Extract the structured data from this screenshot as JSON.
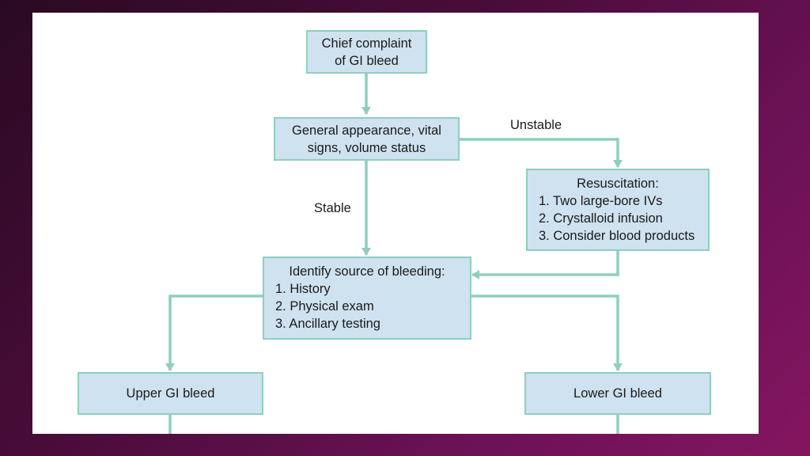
{
  "diagram": {
    "title": "GI bleed evaluation flowchart",
    "colors": {
      "box_fill": "#cfe2ef",
      "connector": "#8ecfbf",
      "text": "#1a1a1a",
      "background_frame": "#6e1258"
    },
    "nodes": {
      "chief_complaint": {
        "lines": [
          "Chief complaint",
          "of GI bleed"
        ]
      },
      "general_appearance": {
        "lines": [
          "General appearance, vital",
          "signs, volume status"
        ]
      },
      "resuscitation": {
        "heading": "Resuscitation:",
        "items": [
          "1. Two large-bore IVs",
          "2. Crystalloid infusion",
          "3. Consider blood products"
        ]
      },
      "identify_source": {
        "heading": "Identify source of bleeding:",
        "items": [
          "1. History",
          "2. Physical exam",
          "3. Ancillary testing"
        ]
      },
      "upper_gi": {
        "label": "Upper GI bleed"
      },
      "lower_gi": {
        "label": "Lower GI bleed"
      }
    },
    "edge_labels": {
      "unstable": "Unstable",
      "stable": "Stable"
    }
  }
}
